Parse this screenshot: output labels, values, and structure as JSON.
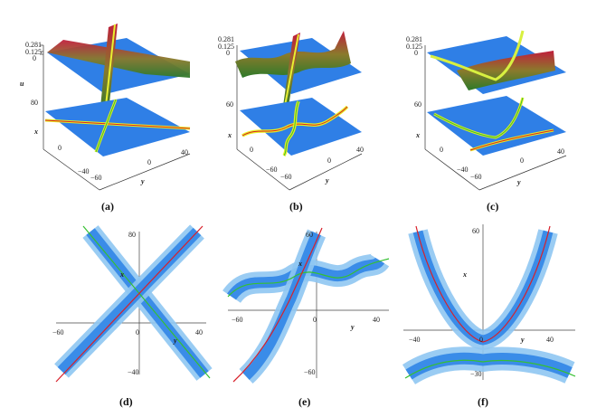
{
  "panels": [
    {
      "id": "a",
      "caption": "(a)",
      "u_label": "u",
      "u_ticks": [
        "0.281",
        "0.125",
        "0"
      ],
      "x_label": "x",
      "y_label": "y",
      "x_ticks": [
        "80",
        "0",
        "−40"
      ],
      "y_ticks": [
        "−60",
        "0",
        "40"
      ]
    },
    {
      "id": "b",
      "caption": "(b)",
      "u_ticks": [
        "0.281",
        "0.125",
        "0"
      ],
      "x_label": "x",
      "y_label": "y",
      "x_ticks": [
        "60",
        "0",
        "−60"
      ],
      "y_ticks": [
        "−60",
        "0",
        "40"
      ]
    },
    {
      "id": "c",
      "caption": "(c)",
      "u_ticks": [
        "0.281",
        "0.125",
        "0"
      ],
      "x_label": "x",
      "y_label": "y",
      "x_ticks": [
        "60",
        "0",
        "−40"
      ],
      "y_ticks": [
        "−60",
        "0",
        "40"
      ]
    },
    {
      "id": "d",
      "caption": "(d)",
      "x_label": "x",
      "y_label": "y",
      "v_ticks": [
        "80",
        "−40"
      ],
      "h_ticks": [
        "−60",
        "0",
        "40"
      ]
    },
    {
      "id": "e",
      "caption": "(e)",
      "x_label": "x",
      "y_label": "y",
      "v_ticks": [
        "60",
        "−60"
      ],
      "h_ticks": [
        "−60",
        "0",
        "40"
      ]
    },
    {
      "id": "f",
      "caption": "(f)",
      "x_label": "x",
      "y_label": "y",
      "v_ticks": [
        "60",
        "−30"
      ],
      "h_ticks": [
        "−40",
        "0",
        "40"
      ]
    }
  ],
  "colors": {
    "plane": "#2f7fe6",
    "band_light": "#8fc7f2",
    "red": "#d8202a",
    "green": "#36c032",
    "yellow": "#e8f020",
    "wave_top": "#b81e3a",
    "wave_mid": "#8a8a2a",
    "wave_low": "#2e6e2a"
  }
}
